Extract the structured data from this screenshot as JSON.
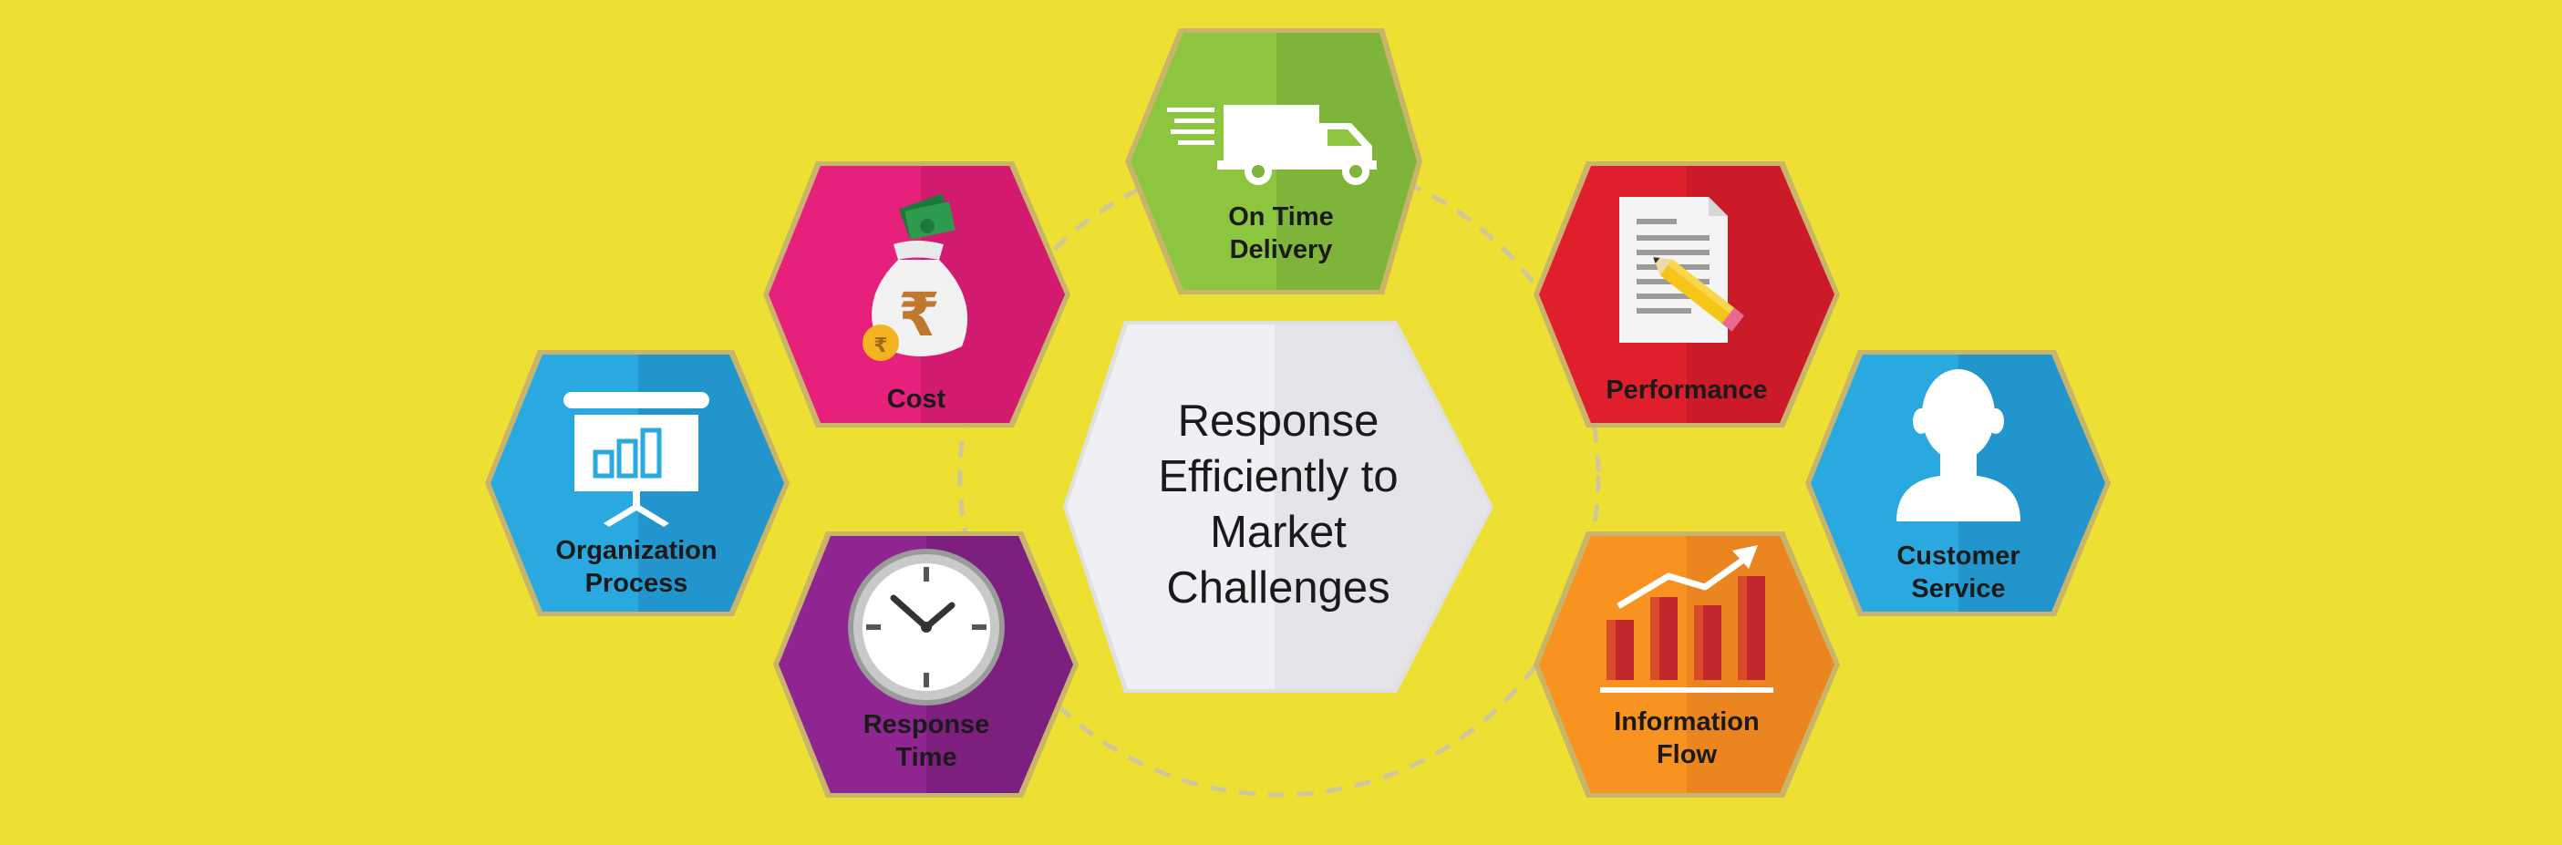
{
  "center": {
    "title_lines": [
      "Response",
      "Efficiently to",
      "Market",
      "Challenges"
    ]
  },
  "nodes": {
    "on_time_delivery": {
      "label_lines": [
        "On Time",
        "Delivery"
      ],
      "color": "#8cc63f",
      "icon": "delivery-truck-icon"
    },
    "cost": {
      "label_lines": [
        "Cost"
      ],
      "color": "#e6207b",
      "icon": "money-bag-icon"
    },
    "performance": {
      "label_lines": [
        "Performance"
      ],
      "color": "#e01f2d",
      "icon": "document-pencil-icon"
    },
    "organization_process": {
      "label_lines": [
        "Organization",
        "Process"
      ],
      "color": "#29a9e0",
      "icon": "presentation-board-icon"
    },
    "customer_service": {
      "label_lines": [
        "Customer",
        "Service"
      ],
      "color": "#29a9e0",
      "icon": "customer-person-icon"
    },
    "response_time": {
      "label_lines": [
        "Response",
        "Time"
      ],
      "color": "#8e2590",
      "icon": "clock-icon"
    },
    "information_flow": {
      "label_lines": [
        "Information",
        "Flow"
      ],
      "color": "#f7931e",
      "icon": "growth-chart-icon"
    }
  },
  "colors": {
    "background": "#ede033",
    "hex_border": "#c9b56a",
    "dashed_circle": "#cfc69a",
    "center_fill": "#eef0f3"
  }
}
